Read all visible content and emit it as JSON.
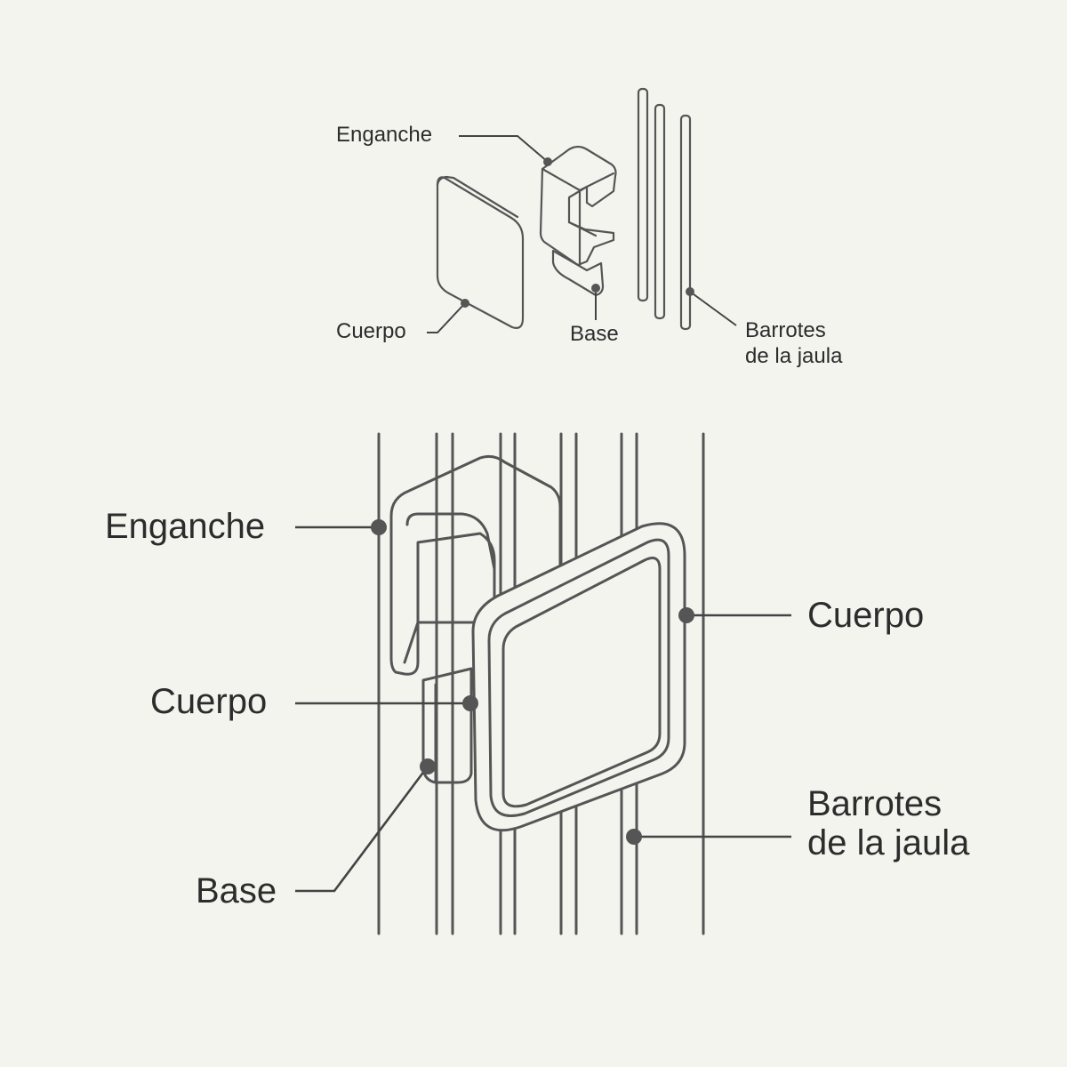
{
  "top_diagram": {
    "labels": {
      "enganche": "Enganche",
      "cuerpo": "Cuerpo",
      "base": "Base",
      "barrotes_line1": "Barrotes",
      "barrotes_line2": "de la jaula"
    }
  },
  "bottom_diagram": {
    "labels": {
      "enganche": "Enganche",
      "cuerpo_left": "Cuerpo",
      "base": "Base",
      "cuerpo_right": "Cuerpo",
      "barrotes_line1": "Barrotes",
      "barrotes_line2": "de la jaula"
    }
  },
  "colors": {
    "background": "#f4f4ef",
    "line": "#555555",
    "text": "#2c2c2c"
  }
}
